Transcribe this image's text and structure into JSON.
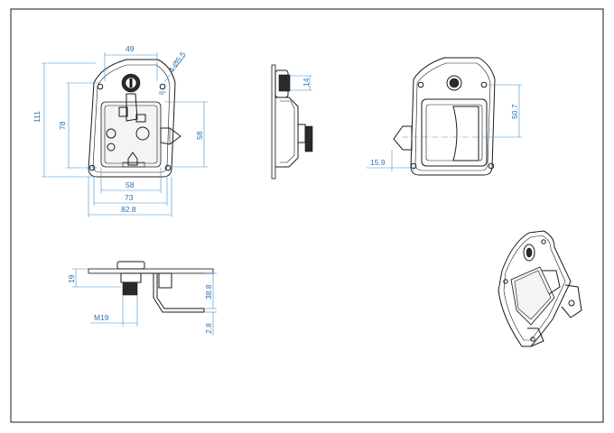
{
  "drawing": {
    "colors": {
      "dimension": "#2a6fb0",
      "outline": "#1a1a1a",
      "border": "#1a1a1a"
    },
    "front_view": {
      "dims": {
        "top_width": "49",
        "hole": "4-Ø5.5",
        "angle": "90°",
        "overall_height": "111",
        "inner_height": "78",
        "recess_height": "58",
        "recess_width": "58",
        "mid_width": "73",
        "overall_width": "82.8"
      }
    },
    "side_view": {
      "dims": {
        "cylinder": "14"
      }
    },
    "rear_view": {
      "dims": {
        "height": "50.7",
        "offset": "15.9"
      }
    },
    "bottom_view": {
      "dims": {
        "flange_height": "19",
        "thread": "M19",
        "depth": "38.8",
        "thickness": "2.8"
      }
    }
  }
}
